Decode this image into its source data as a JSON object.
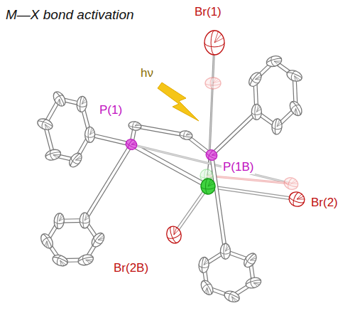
{
  "diagram": {
    "title": "M—X bond activation",
    "labels": [
      "hν",
      "Br(1)",
      "P(1)",
      "P(1B)",
      "Br(2)",
      "Br(2B)"
    ]
  }
}
